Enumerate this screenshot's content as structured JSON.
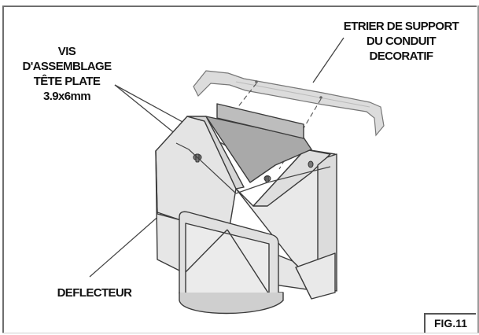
{
  "figure": {
    "id_label": "FIG.11",
    "subject": "deflecteur assembly with decorative duct support bracket"
  },
  "labels": {
    "screws": {
      "lines": [
        "VIS",
        "D'ASSEMBLAGE",
        "TÊTE PLATE",
        "3.9x6mm"
      ]
    },
    "bracket": {
      "lines": [
        "ETRIER DE SUPPORT",
        "DU CONDUIT",
        "DECORATIF"
      ]
    },
    "deflector": {
      "lines": [
        "DEFLECTEUR"
      ]
    }
  },
  "colors": {
    "body_fill": "#e6e6e6",
    "shadow_fill": "#a9a9a9",
    "bracket_fill": "#d9d9d9",
    "line": "#3a3a3a",
    "frame": "#6e6e6e"
  }
}
